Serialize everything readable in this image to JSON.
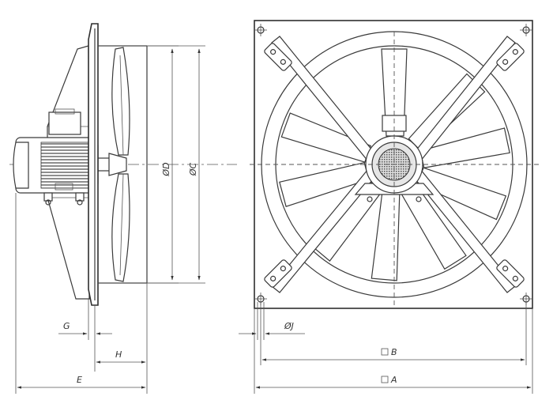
{
  "labels": {
    "dia_d": "ØD",
    "dia_c": "ØC",
    "dim_g": "G",
    "dim_h": "H",
    "dim_e": "E",
    "dim_j": "ØJ",
    "dim_b": "B",
    "dim_a": "A"
  },
  "colors": {
    "line": "#3a3a3a",
    "background": "#ffffff"
  }
}
